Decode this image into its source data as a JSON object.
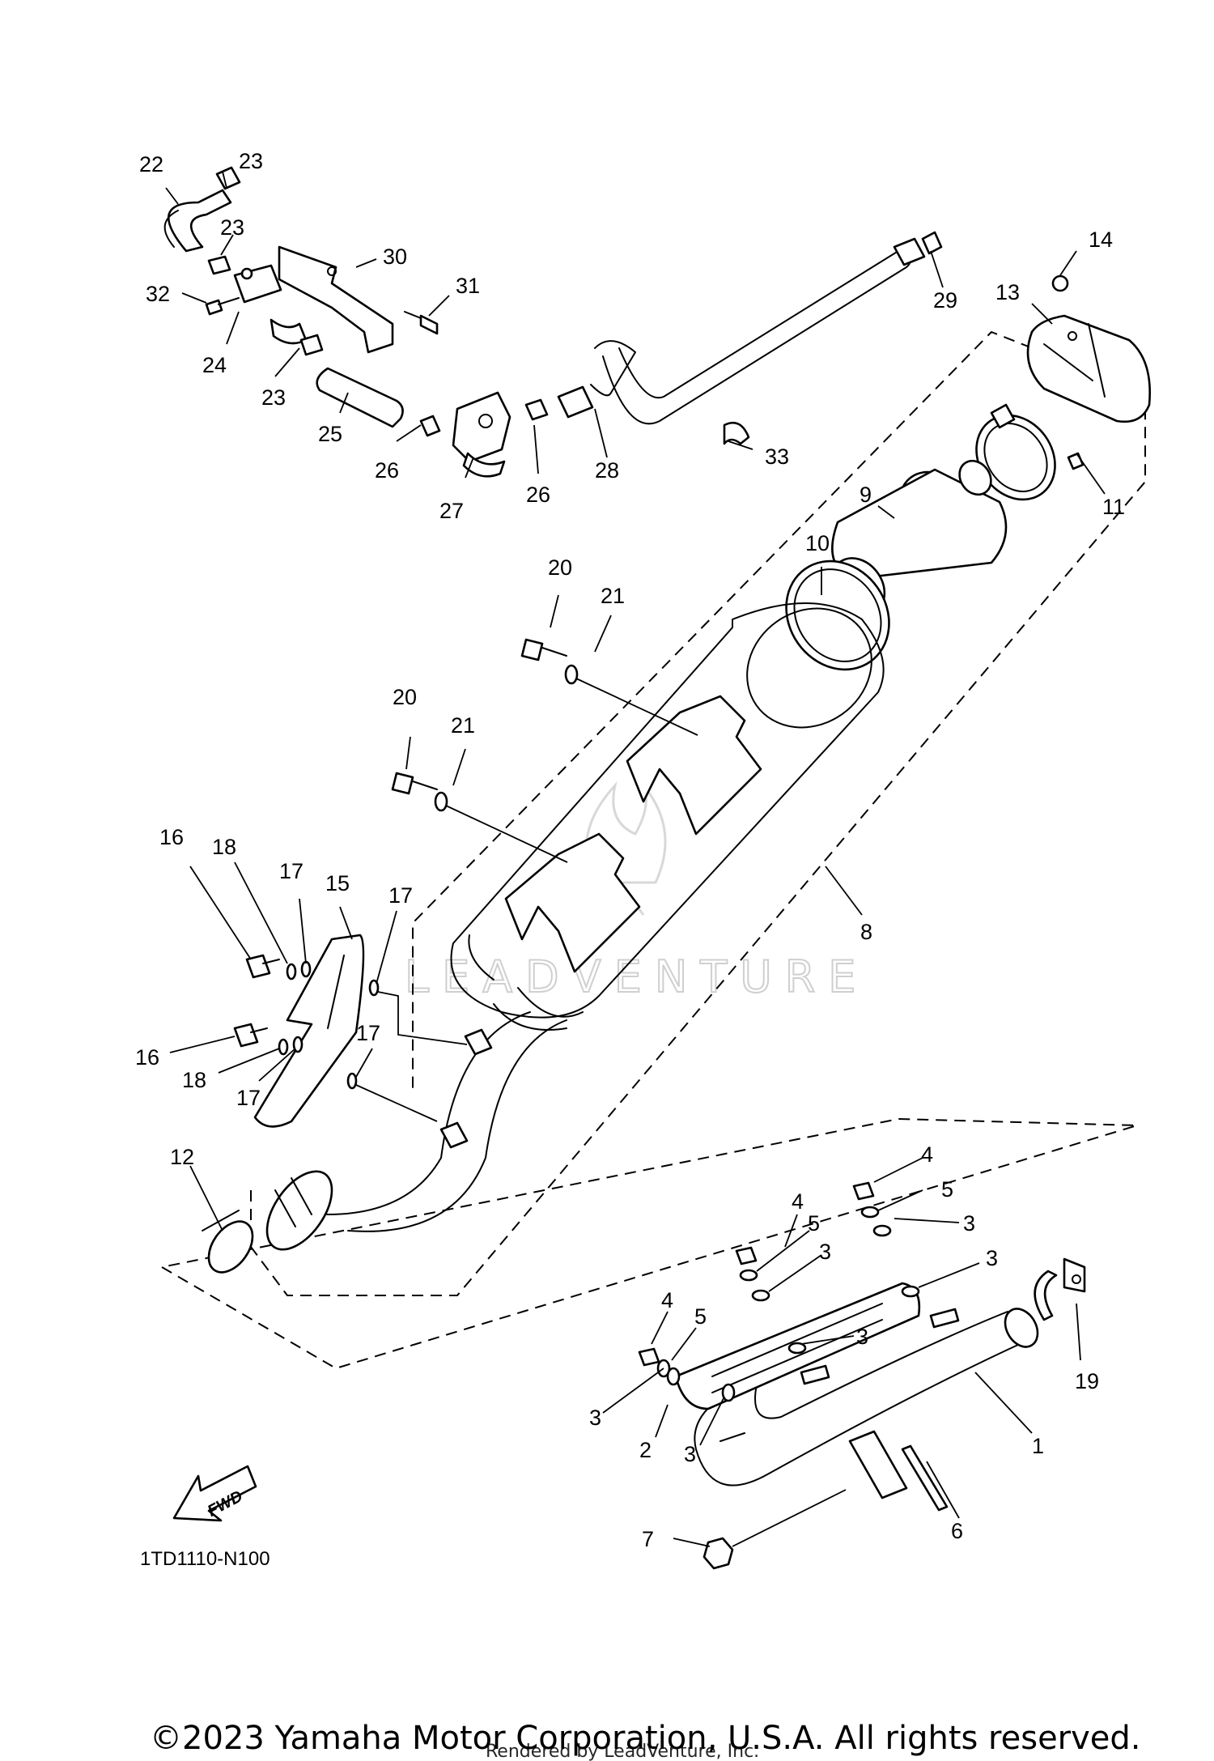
{
  "diagram": {
    "catalog_code": "1TD1110-N100",
    "fwd_label": "FWD",
    "watermark": "LEADVENTURE",
    "copyright": "©2023 Yamaha Motor Corporation, U.S.A. All rights reserved.",
    "rendered_by": "Rendered by LeadVenture, Inc.",
    "callouts": [
      {
        "id": "c22a",
        "label": "22"
      },
      {
        "id": "c23a",
        "label": "23"
      },
      {
        "id": "c23b",
        "label": "23"
      },
      {
        "id": "c30",
        "label": "30"
      },
      {
        "id": "c31",
        "label": "31"
      },
      {
        "id": "c32",
        "label": "32"
      },
      {
        "id": "c24",
        "label": "24"
      },
      {
        "id": "c23c",
        "label": "23"
      },
      {
        "id": "c25",
        "label": "25"
      },
      {
        "id": "c26a",
        "label": "26"
      },
      {
        "id": "c27",
        "label": "27"
      },
      {
        "id": "c26b",
        "label": "26"
      },
      {
        "id": "c28",
        "label": "28"
      },
      {
        "id": "c29",
        "label": "29"
      },
      {
        "id": "c33",
        "label": "33"
      },
      {
        "id": "c14",
        "label": "14"
      },
      {
        "id": "c13",
        "label": "13"
      },
      {
        "id": "c11",
        "label": "11"
      },
      {
        "id": "c9",
        "label": "9"
      },
      {
        "id": "c10",
        "label": "10"
      },
      {
        "id": "c20a",
        "label": "20"
      },
      {
        "id": "c21a",
        "label": "21"
      },
      {
        "id": "c20b",
        "label": "20"
      },
      {
        "id": "c21b",
        "label": "21"
      },
      {
        "id": "c8",
        "label": "8"
      },
      {
        "id": "c16a",
        "label": "16"
      },
      {
        "id": "c18a",
        "label": "18"
      },
      {
        "id": "c17a",
        "label": "17"
      },
      {
        "id": "c15",
        "label": "15"
      },
      {
        "id": "c17b",
        "label": "17"
      },
      {
        "id": "c16b",
        "label": "16"
      },
      {
        "id": "c18b",
        "label": "18"
      },
      {
        "id": "c17c",
        "label": "17"
      },
      {
        "id": "c17d",
        "label": "17"
      },
      {
        "id": "c12",
        "label": "12"
      },
      {
        "id": "c4a",
        "label": "4"
      },
      {
        "id": "c5a",
        "label": "5"
      },
      {
        "id": "c3a",
        "label": "3"
      },
      {
        "id": "c4b",
        "label": "4"
      },
      {
        "id": "c5b",
        "label": "5"
      },
      {
        "id": "c3b",
        "label": "3"
      },
      {
        "id": "c3c",
        "label": "3"
      },
      {
        "id": "c19",
        "label": "19"
      },
      {
        "id": "c4c",
        "label": "4"
      },
      {
        "id": "c5c",
        "label": "5"
      },
      {
        "id": "c3d",
        "label": "3"
      },
      {
        "id": "c3e",
        "label": "3"
      },
      {
        "id": "c2",
        "label": "2"
      },
      {
        "id": "c3f",
        "label": "3"
      },
      {
        "id": "c1",
        "label": "1"
      },
      {
        "id": "c6",
        "label": "6"
      },
      {
        "id": "c7",
        "label": "7"
      }
    ]
  }
}
